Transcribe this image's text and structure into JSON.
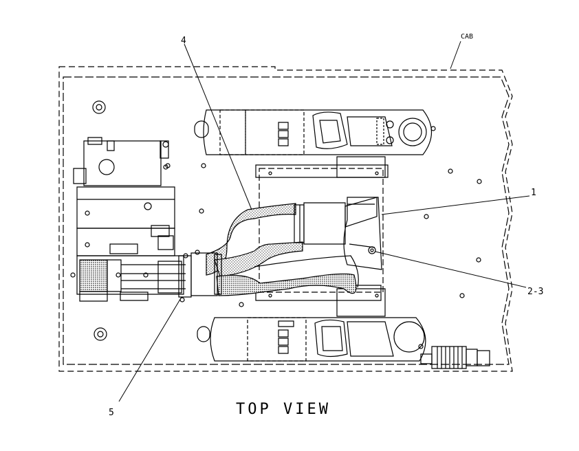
{
  "drawing": {
    "view_title": "TOP VIEW",
    "cab_label": "CAB",
    "callouts": {
      "c1": "1",
      "c23": "2-3",
      "c4": "4",
      "c5": "5"
    }
  }
}
